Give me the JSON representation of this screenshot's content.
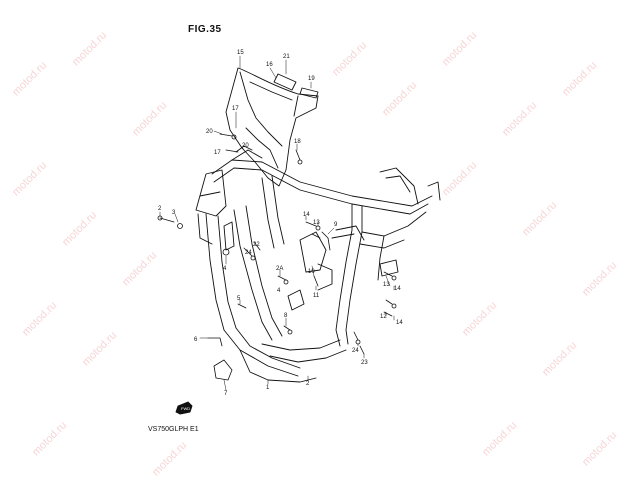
{
  "figure": {
    "title": "FIG.35",
    "model_code": "VS750GLPH E1"
  },
  "watermark": {
    "text": "motod.ru",
    "color": "#f1b3b3"
  },
  "part_numbers": {
    "p15": "15",
    "p16": "16",
    "p21": "21",
    "p19": "19",
    "p17a": "17",
    "p17b": "17",
    "p20a": "20",
    "p20b": "20",
    "p18": "18",
    "p2a": "2",
    "p3": "3",
    "p4a": "4",
    "p24a": "24",
    "p22": "22",
    "p14a": "14",
    "p13a": "13",
    "p9": "9",
    "p2A": "2A",
    "p10": "10",
    "p11": "11",
    "p4b": "4",
    "p5": "5",
    "p8": "8",
    "p6": "6",
    "p7": "7",
    "p1": "1",
    "p2b": "2",
    "p24b": "24",
    "p23": "23",
    "p13b": "13",
    "p14b": "14",
    "p12": "12",
    "p14c": "14"
  },
  "icons": {
    "front_arrow": "front-arrow-icon"
  }
}
